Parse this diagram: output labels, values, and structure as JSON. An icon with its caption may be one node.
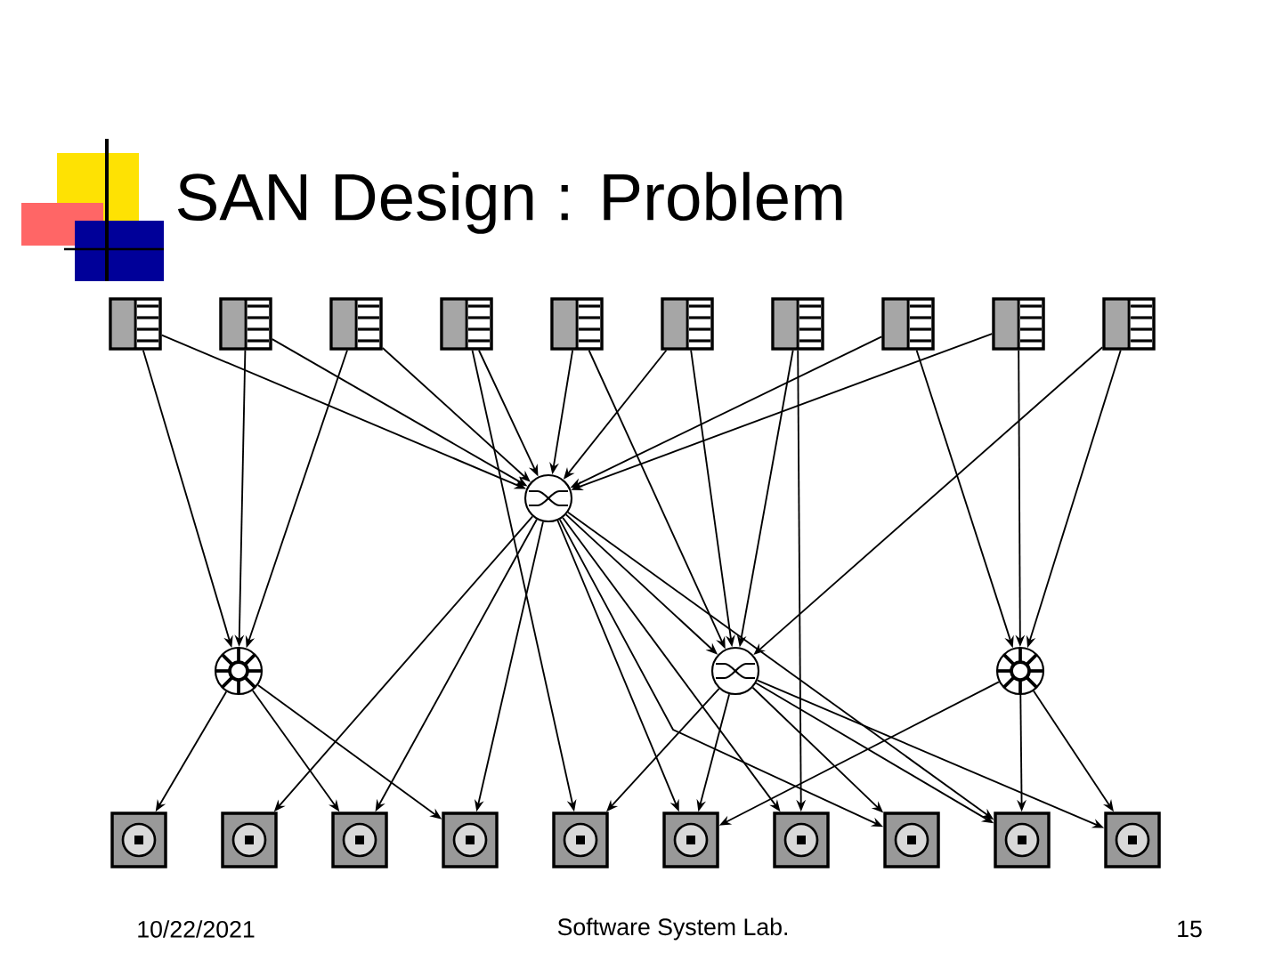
{
  "diagram": {
    "title": "SAN Design : Problem",
    "nodes": [
      {
        "text": [],
        "shape": "box"
      },
      {
        "text": [],
        "shape": "box"
      },
      {
        "text": [],
        "shape": "box"
      },
      {
        "text": [],
        "shape": "box"
      },
      {
        "text": [],
        "shape": "box"
      },
      {
        "text": [],
        "shape": "box"
      },
      {
        "text": [],
        "shape": "box"
      },
      {
        "text": [],
        "shape": "box"
      },
      {
        "text": [],
        "shape": "box"
      },
      {
        "text": [],
        "shape": "box"
      },
      {
        "text": [],
        "shape": "circle"
      },
      {
        "text": [],
        "shape": "circle"
      },
      {
        "text": [],
        "shape": "circle"
      },
      {
        "text": [],
        "shape": "circle"
      },
      {
        "text": [],
        "shape": "box"
      },
      {
        "text": [],
        "shape": "box"
      },
      {
        "text": [],
        "shape": "box"
      },
      {
        "text": [],
        "shape": "box"
      },
      {
        "text": [],
        "shape": "box"
      },
      {
        "text": [],
        "shape": "box"
      },
      {
        "text": [],
        "shape": "box"
      },
      {
        "text": [],
        "shape": "box"
      },
      {
        "text": [],
        "shape": "box"
      },
      {
        "text": [],
        "shape": "box"
      }
    ],
    "edges": [
      {
        "from": 0,
        "to": 10,
        "arrow": "to"
      },
      {
        "from": 0,
        "to": 11,
        "arrow": "to"
      },
      {
        "from": 1,
        "to": 10,
        "arrow": "to"
      },
      {
        "from": 1,
        "to": 11,
        "arrow": "to"
      },
      {
        "from": 2,
        "to": 10,
        "arrow": "to"
      },
      {
        "from": 2,
        "to": 11,
        "arrow": "to"
      },
      {
        "from": 3,
        "to": 10,
        "arrow": "to"
      },
      {
        "from": 3,
        "to": 18,
        "arrow": "to"
      },
      {
        "from": 4,
        "to": 10,
        "arrow": "to"
      },
      {
        "from": 4,
        "to": 12,
        "arrow": "to"
      },
      {
        "from": 5,
        "to": 10,
        "arrow": "to"
      },
      {
        "from": 5,
        "to": 12,
        "arrow": "to"
      },
      {
        "from": 6,
        "to": 12,
        "arrow": "to"
      },
      {
        "from": 6,
        "to": 20,
        "arrow": "to"
      },
      {
        "from": 7,
        "to": 10,
        "arrow": "to"
      },
      {
        "from": 7,
        "to": 13,
        "arrow": "to"
      },
      {
        "from": 8,
        "to": 10,
        "arrow": "to"
      },
      {
        "from": 8,
        "to": 13,
        "arrow": "to"
      },
      {
        "from": 9,
        "to": 12,
        "arrow": "to"
      },
      {
        "from": 9,
        "to": 13,
        "arrow": "to"
      },
      {
        "from": 10,
        "to": 12,
        "arrow": "to"
      },
      {
        "from": 10,
        "to": 15,
        "arrow": "to"
      },
      {
        "from": 10,
        "to": 16,
        "arrow": "to"
      },
      {
        "from": 10,
        "to": 17,
        "arrow": "to"
      },
      {
        "from": 10,
        "to": 19,
        "arrow": "to"
      },
      {
        "from": 10,
        "to": 20,
        "arrow": "to"
      },
      {
        "from": 10,
        "to": 21,
        "arrow": "to"
      },
      {
        "from": 10,
        "to": 22,
        "arrow": "to"
      },
      {
        "from": 11,
        "to": 14,
        "arrow": "to"
      },
      {
        "from": 11,
        "to": 16,
        "arrow": "to"
      },
      {
        "from": 11,
        "to": 17,
        "arrow": "to"
      },
      {
        "from": 12,
        "to": 18,
        "arrow": "to"
      },
      {
        "from": 12,
        "to": 19,
        "arrow": "to"
      },
      {
        "from": 12,
        "to": 21,
        "arrow": "to"
      },
      {
        "from": 12,
        "to": 22,
        "arrow": "to"
      },
      {
        "from": 12,
        "to": 23,
        "arrow": "to"
      },
      {
        "from": 13,
        "to": 19,
        "arrow": "to"
      },
      {
        "from": 13,
        "to": 22,
        "arrow": "to"
      },
      {
        "from": 13,
        "to": 23,
        "arrow": "to"
      }
    ],
    "labels": [
      "10/22/2021",
      "Software System Lab.",
      "15"
    ]
  }
}
